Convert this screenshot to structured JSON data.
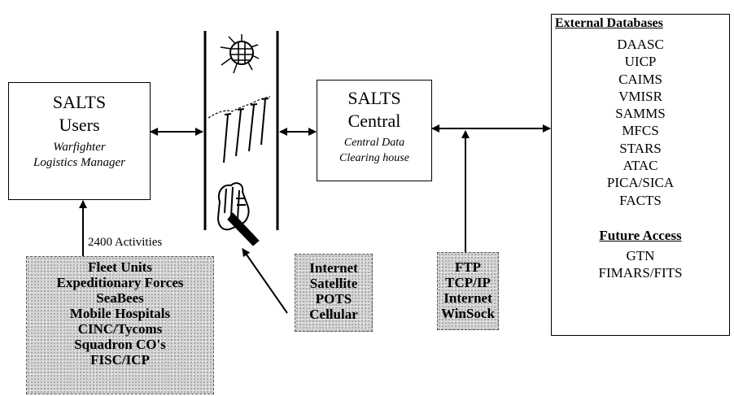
{
  "users": {
    "title": "SALTS",
    "subtitle": "Users",
    "role1": "Warfighter",
    "role2": "Logistics Manager"
  },
  "central": {
    "title": "SALTS",
    "subtitle": "Central",
    "desc1": "Central Data",
    "desc2": "Clearing house"
  },
  "activities_label": "2400 Activities",
  "activities": [
    "Fleet Units",
    "Expeditionary Forces",
    "SeaBees",
    "Mobile Hospitals",
    "CINC/Tycoms",
    "Squadron CO's",
    "FISC/ICP"
  ],
  "comm_links": [
    "Internet",
    "Satellite",
    "POTS",
    "Cellular"
  ],
  "protocols": [
    "FTP",
    "TCP/IP",
    "Internet",
    "WinSock"
  ],
  "external": {
    "title": "External Databases",
    "databases": [
      "DAASC",
      "UICP",
      "CAIMS",
      "VMISR",
      "SAMMS",
      "MFCS",
      "STARS",
      "ATAC",
      "PICA/SICA",
      "FACTS"
    ],
    "future_title": "Future Access",
    "future": [
      "GTN",
      "FIMARS/FITS"
    ]
  }
}
